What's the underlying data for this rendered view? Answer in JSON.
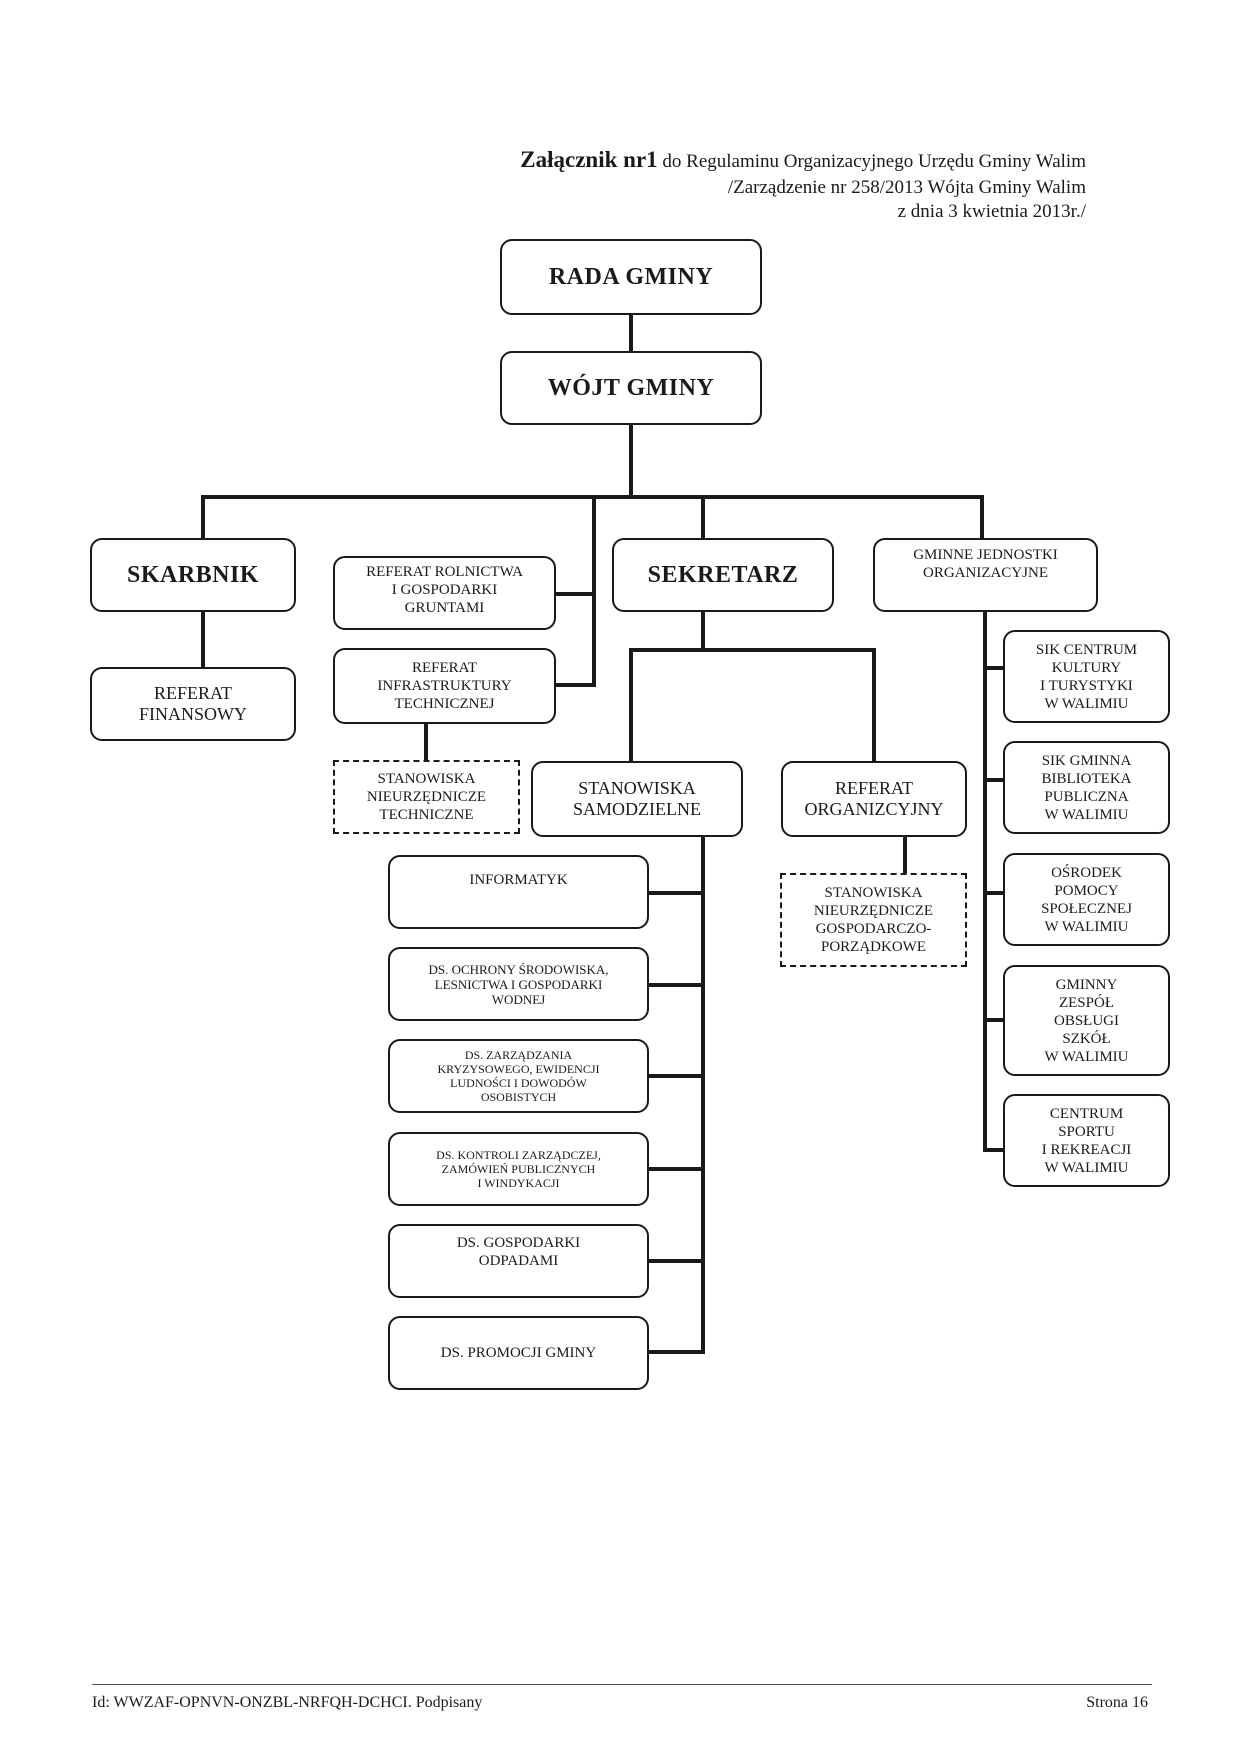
{
  "header": {
    "title_bold": "Załącznik nr1",
    "title_rest": " do Regulaminu Organizacyjnego Urzędu Gminy Walim",
    "line2": "/Zarządzenie nr 258/2013 Wójta Gminy Walim",
    "line3": "z dnia 3 kwietnia 2013r./"
  },
  "org": {
    "rada": "RADA GMINY",
    "wojt": "WÓJT GMINY",
    "skarbnik": "SKARBNIK",
    "referat_finansowy": "REFERAT\nFINANSOWY",
    "referat_rolnictwa": "REFERAT ROLNICTWA\nI GOSPODARKI\nGRUNTAMI",
    "referat_infrastruktury": "REFERAT\nINFRASTRUKTURY\nTECHNICZNEJ",
    "stanowiska_techniczne": "STANOWISKA\nNIEURZĘDNICZE\nTECHNICZNE",
    "sekretarz": "SEKRETARZ",
    "stanowiska_samodzielne": "STANOWISKA\nSAMODZIELNE",
    "referat_organizacyjny": "REFERAT\nORGANIZCYJNY",
    "stanowiska_gospodarcze": "STANOWISKA\nNIEURZĘDNICZE\nGOSPODARCZO-\nPORZĄDKOWE",
    "gminne_jednostki": "GMINNE JEDNOSTKI\nORGANIZACYJNE",
    "samodzielne": [
      "INFORMATYK",
      "DS. OCHRONY ŚRODOWISKA,\nLESNICTWA I GOSPODARKI\nWODNEJ",
      "DS. ZARZĄDZANIA\nKRYZYSOWEGO, EWIDENCJI\nLUDNOŚCI I DOWODÓW\nOSOBISTYCH",
      "DS. KONTROLI ZARZĄDCZEJ,\nZAMÓWIEŃ PUBLICZNYCH\nI WINDYKACJI",
      "DS. GOSPODARKI\nODPADAMI",
      "DS. PROMOCJI GMINY"
    ],
    "jednostki": [
      "SIK CENTRUM\nKULTURY\nI TURYSTYKI\nW WALIMIU",
      "SIK GMINNA\nBIBLIOTEKA\nPUBLICZNA\nW WALIMIU",
      "OŚRODEK\nPOMOCY\nSPOŁECZNEJ\nW WALIMIU",
      "GMINNY\nZESPÓŁ\nOBSŁUGI\nSZKÓŁ\nW WALIMIU",
      "CENTRUM\nSPORTU\nI REKREACJI\nW WALIMIU"
    ]
  },
  "footer": {
    "id": "Id: WWZAF-OPNVN-ONZBL-NRFQH-DCHCI. Podpisany",
    "page": "Strona 16"
  }
}
